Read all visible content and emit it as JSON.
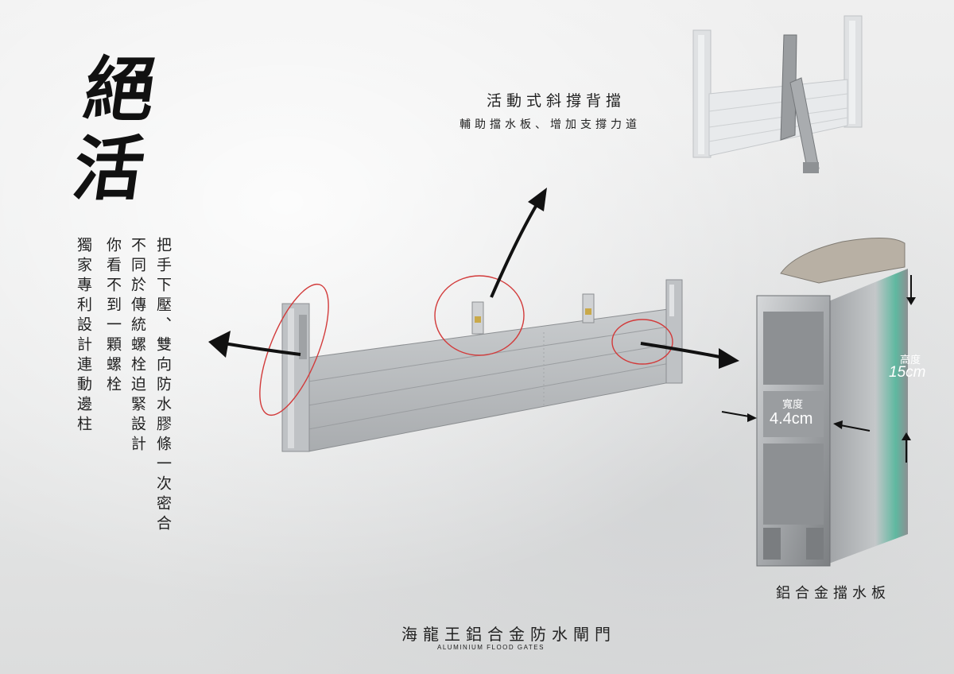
{
  "headline": "絕活",
  "features": [
    "把手下壓、雙向防水膠條一次密合",
    "不同於傳統螺栓迫緊設計",
    "你看不到一顆螺栓",
    "獨家專利設計連動邊柱"
  ],
  "brace": {
    "title": "活動式斜撐背擋",
    "subtitle": "輔助擋水板、增加支撐力道"
  },
  "profile": {
    "height_label": "高度",
    "height_value": "15cm",
    "width_label": "寬度",
    "width_value": "4.4cm",
    "caption": "鋁合金擋水板"
  },
  "footer": {
    "title": "海龍王鋁合金防水閘門",
    "subtitle": "ALUMINIUM FLOOD GATES"
  },
  "colors": {
    "annotation_red": "#d23a3a",
    "arrow_black": "#111111",
    "aluminium": "#b9bcbf"
  }
}
